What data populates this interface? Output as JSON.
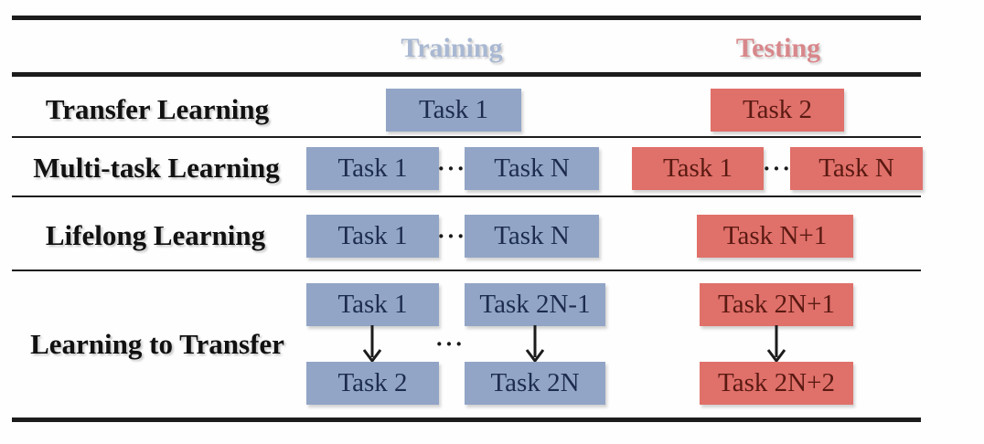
{
  "table": {
    "columns": {
      "training": "Training",
      "testing": "Testing"
    },
    "rows": [
      {
        "label": "Transfer Learning",
        "training_tasks": [
          "Task 1"
        ],
        "testing_tasks": [
          "Task 2"
        ]
      },
      {
        "label": "Multi-task Learning",
        "training_tasks": [
          "Task 1",
          "Task N"
        ],
        "testing_tasks": [
          "Task 1",
          "Task N"
        ]
      },
      {
        "label": "Lifelong Learning",
        "training_tasks": [
          "Task 1",
          "Task N"
        ],
        "testing_tasks": [
          "Task N+1"
        ]
      },
      {
        "label": "Learning to Transfer",
        "training_chains": [
          {
            "from": "Task 1",
            "to": "Task 2"
          },
          {
            "from": "Task 2N-1",
            "to": "Task 2N"
          }
        ],
        "testing_chains": [
          {
            "from": "Task 2N+1",
            "to": "Task 2N+2"
          }
        ]
      }
    ],
    "ellipsis": "···"
  },
  "colors": {
    "training_box_bg": "#92a5c6",
    "training_box_text": "#1d2c4e",
    "training_header_text": "#a9b8d2",
    "testing_box_bg": "#e0706a",
    "testing_box_text": "#5a1a12",
    "testing_header_text": "#d8878b",
    "rule_color": "#1c1c1c"
  }
}
